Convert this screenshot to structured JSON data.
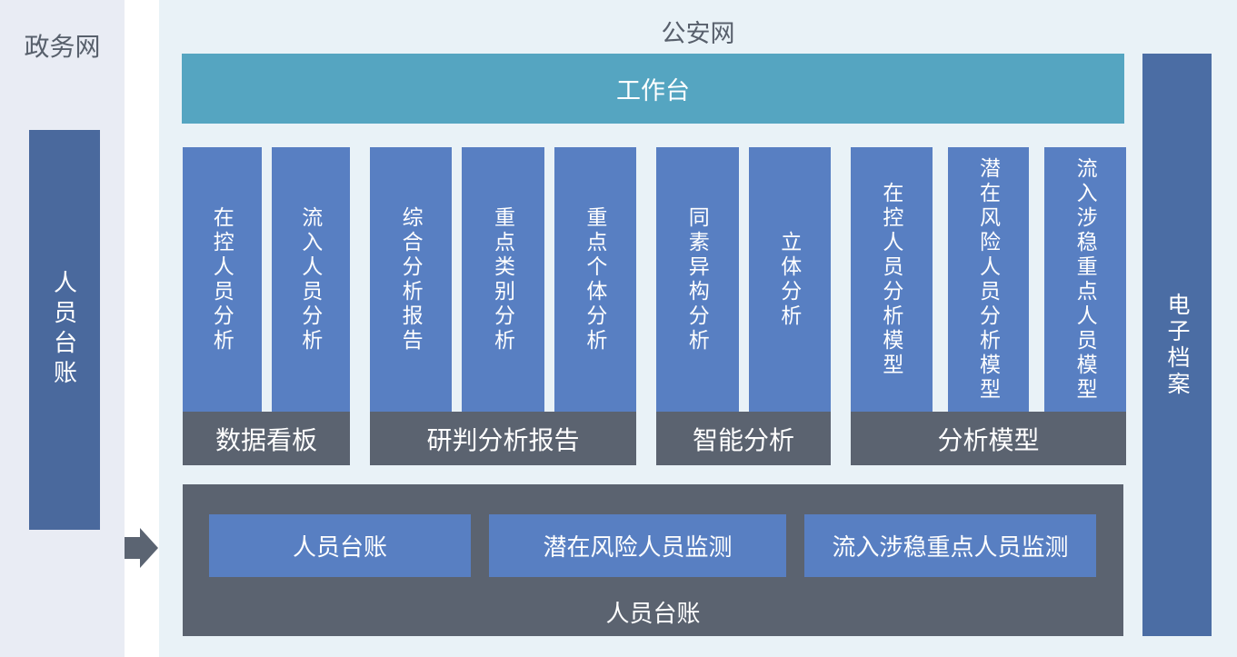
{
  "left_panel": {
    "title": "政务网",
    "ledger_bar": "人员台账"
  },
  "main": {
    "network_title": "公安网",
    "workbench": "工作台",
    "groups": [
      {
        "label": "数据看板",
        "columns": [
          "在控人员分析",
          "流入人员分析"
        ]
      },
      {
        "label": "研判分析报告",
        "columns": [
          "综合分析报告",
          "重点类别分析",
          "重点个体分析"
        ]
      },
      {
        "label": "智能分析",
        "columns": [
          "同素异构分析",
          "立体分析"
        ]
      },
      {
        "label": "分析模型",
        "columns": [
          "在控人员分析模型",
          "潜在风险人员分析模型",
          "流入涉稳重点人员模型"
        ]
      }
    ],
    "bottom_panel": {
      "label": "人员台账",
      "buttons": [
        "人员台账",
        "潜在风险人员监测",
        "流入涉稳重点人员监测"
      ]
    }
  },
  "right_bar": {
    "label": "电子档案"
  },
  "icons": {
    "flow_arrow": "right-arrow"
  },
  "colors": {
    "left_panel_bg": "#e9ecf4",
    "main_bg": "#e9f2f7",
    "workbench_teal": "#55a5c1",
    "block_blue": "#587fc2",
    "side_bar_blue": "#4a699d",
    "right_bar_blue": "#4b6da4",
    "section_gray": "#5b6370",
    "title_text": "#58606c"
  }
}
